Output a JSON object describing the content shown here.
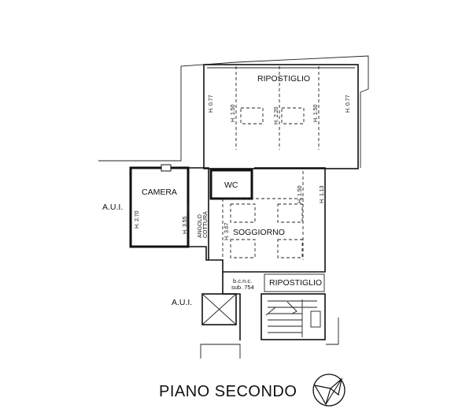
{
  "plan": {
    "title": "PIANO SECONDO",
    "neighbours": {
      "aui_top": "A.U.I.",
      "aui_bottom": "A.U.I."
    },
    "rooms": {
      "ripostiglio_top": "RIPOSTIGLIO",
      "camera": "CAMERA",
      "wc": "WC",
      "soggiorno": "SOGGIORNO",
      "ripostiglio_small": "RIPOSTIGLIO",
      "bcnc_line1": "b.c.n.c.",
      "bcnc_line2": "sub. 754",
      "angolo_line1": "ANGOLO",
      "angolo_line2": "COTTURA"
    },
    "heights": {
      "rip_left_outer": "H. 0.77",
      "rip_left_inner": "H. 1.50",
      "rip_center": "H. 2.20",
      "rip_right_inner": "H. 1.50",
      "rip_right_outer": "H. 0.77",
      "camera": "H. 2.70",
      "camera_right": "H. 3.55",
      "soggiorno_center": "H. 3.67",
      "soggiorno_top": "H. 1.50",
      "soggiorno_right": "H. 1.13"
    },
    "north_icon": "north-arrow-icon"
  }
}
